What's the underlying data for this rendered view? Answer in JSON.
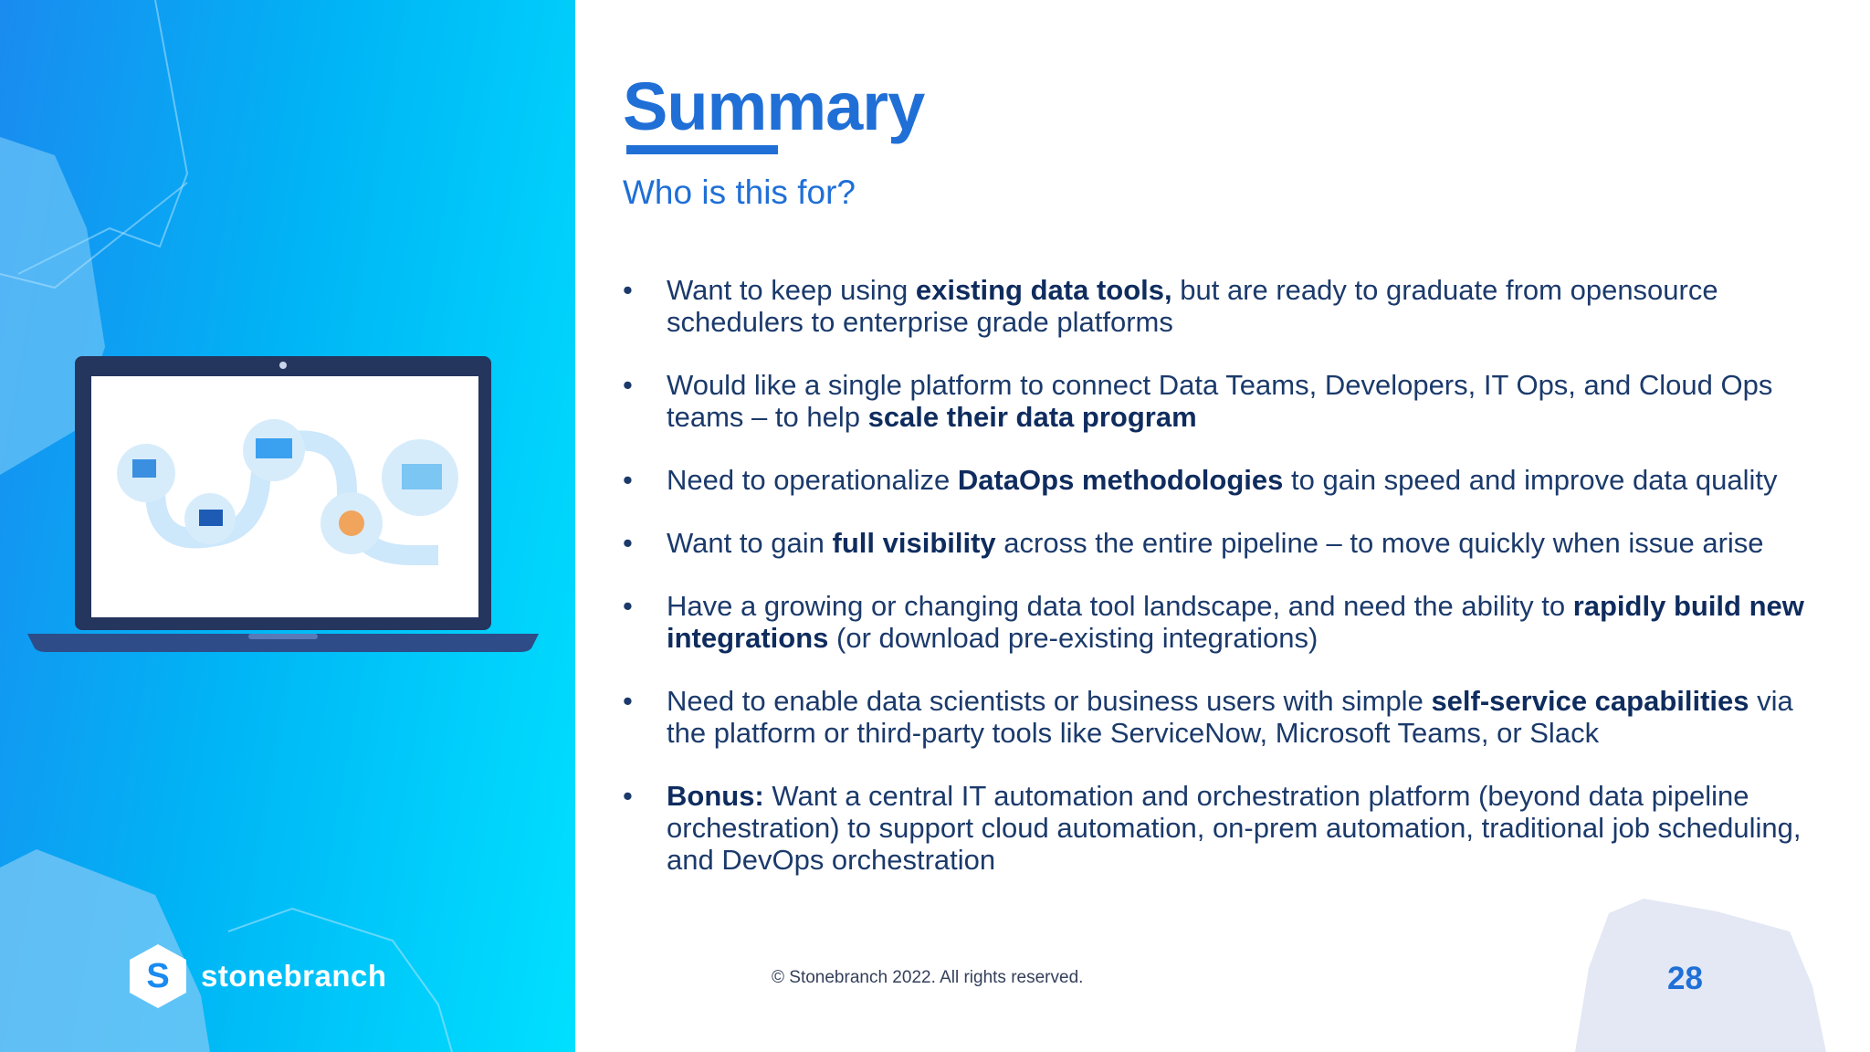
{
  "slide": {
    "title": "Summary",
    "subtitle": "Who is this for?",
    "bullets": [
      {
        "parts": [
          {
            "t": "Want to keep using ",
            "b": false
          },
          {
            "t": "existing data tools,",
            "b": true
          },
          {
            "t": " but are ready to graduate from opensource schedulers to enterprise grade platforms",
            "b": false
          }
        ]
      },
      {
        "parts": [
          {
            "t": "Would like a single platform to connect Data Teams, Developers, IT Ops, and Cloud Ops teams – to help ",
            "b": false
          },
          {
            "t": "scale their data program",
            "b": true
          }
        ]
      },
      {
        "parts": [
          {
            "t": "Need to operationalize ",
            "b": false
          },
          {
            "t": "DataOps methodologies",
            "b": true
          },
          {
            "t": " to gain speed and improve data quality",
            "b": false
          }
        ]
      },
      {
        "parts": [
          {
            "t": "Want to gain ",
            "b": false
          },
          {
            "t": "full visibility",
            "b": true
          },
          {
            "t": " across the entire pipeline – to move quickly when issue arise",
            "b": false
          }
        ]
      },
      {
        "parts": [
          {
            "t": "Have a growing or changing data tool landscape, and need the ability to ",
            "b": false
          },
          {
            "t": "rapidly build new integrations",
            "b": true
          },
          {
            "t": " (or download pre-existing integrations)",
            "b": false
          }
        ]
      },
      {
        "parts": [
          {
            "t": "Need to enable data scientists or business users with simple ",
            "b": false
          },
          {
            "t": "self-service capabilities",
            "b": true
          },
          {
            "t": " via the platform or third-party tools like ServiceNow, Microsoft Teams, or Slack",
            "b": false
          }
        ]
      },
      {
        "parts": [
          {
            "t": "Bonus:",
            "b": true
          },
          {
            "t": "  Want a central IT automation and orchestration platform (beyond data pipeline orchestration) to support cloud automation, on-prem automation, traditional job scheduling, and DevOps orchestration",
            "b": false
          }
        ]
      }
    ],
    "bullet_glyph": "•"
  },
  "footer": {
    "copyright": "© Stonebranch 2022. All rights reserved.",
    "page_number": "28",
    "brand_name": "stonebranch",
    "brand_letter": "S"
  },
  "colors": {
    "accent": "#1f6fd6",
    "body_text": "#1b3a6b",
    "panel_gradient_start": "#1a8bf0",
    "panel_gradient_end": "#00e0ff"
  },
  "icons": [
    "stonebranch-logo-icon",
    "laptop-illustration"
  ]
}
